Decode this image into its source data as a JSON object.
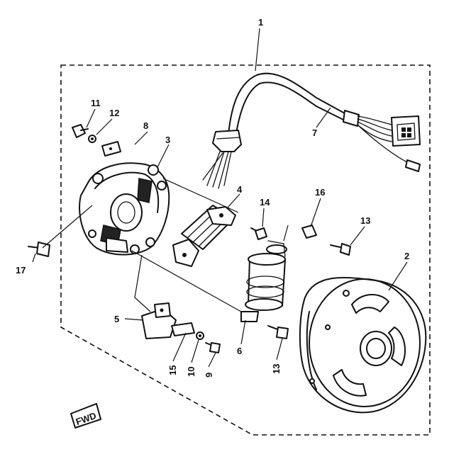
{
  "diagram": {
    "callouts": {
      "c1": "1",
      "c2": "2",
      "c3": "3",
      "c4": "4",
      "c5": "5",
      "c6": "6",
      "c7": "7",
      "c8": "8",
      "c9": "9",
      "c10": "10",
      "c11": "11",
      "c12": "12",
      "c13a": "13",
      "c13b": "13",
      "c14": "14",
      "c15": "15",
      "c16": "16",
      "c17": "17"
    },
    "badge": "FWD"
  }
}
